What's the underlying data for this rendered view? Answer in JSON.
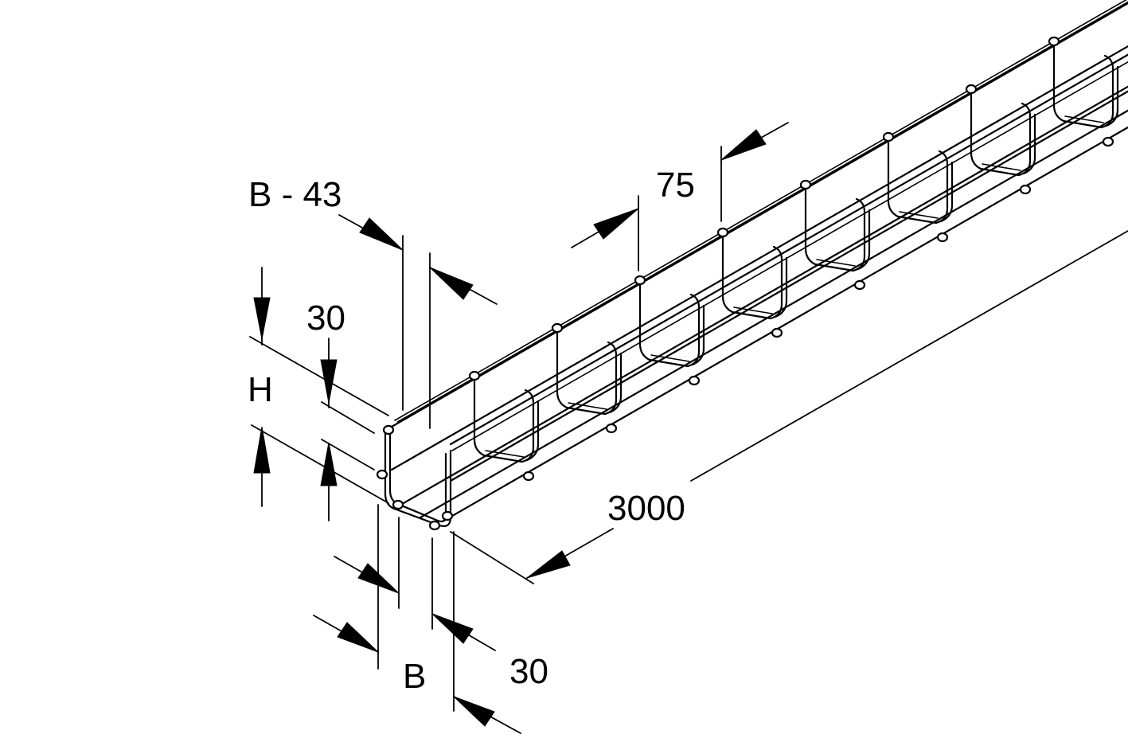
{
  "labels": {
    "width_minus": "B - 43",
    "mesh_pitch": "75",
    "top_offset": "30",
    "height": "H",
    "length": "3000",
    "width": "B",
    "bottom_offset": "30"
  },
  "colors": {
    "ink": "#000000",
    "background": "#ffffff"
  }
}
